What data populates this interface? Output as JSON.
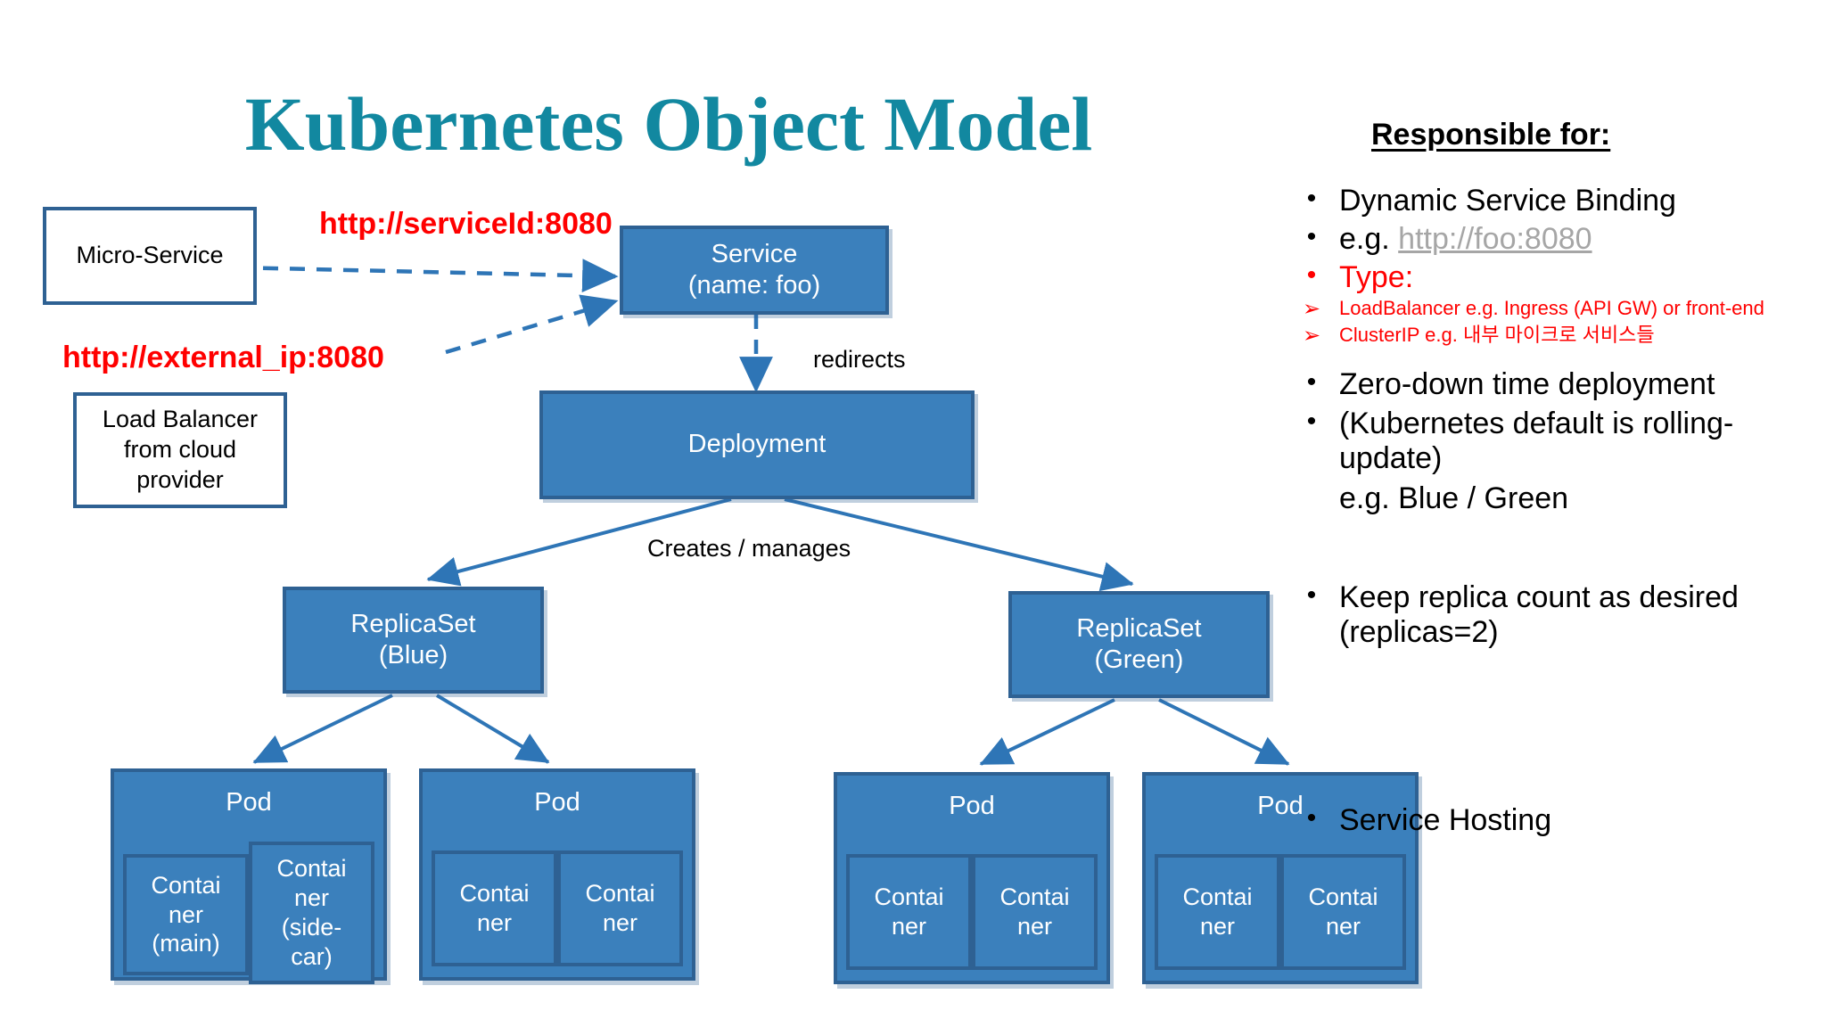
{
  "slide": {
    "title": "Kubernetes Object Model",
    "title_color": "#1288A0",
    "background": "#FFFFFF",
    "box_fill": "#3B80BC",
    "box_border": "#2E6193",
    "accent_red": "#FF0000",
    "link_gray": "#A6A6A6"
  },
  "diagram": {
    "micro_service": "Micro-Service",
    "load_balancer": "Load Balancer\nfrom cloud\nprovider",
    "service_line1": "Service",
    "service_line2": "(name: foo)",
    "deployment": "Deployment",
    "replicaset_blue_line1": "ReplicaSet",
    "replicaset_blue_line2": "(Blue)",
    "replicaset_green_line1": "ReplicaSet",
    "replicaset_green_line2": "(Green)",
    "pod_label": "Pod",
    "container_plain": "Contai\nner",
    "container_main": "Contai\nner\n(main)",
    "container_sidecar": "Contai\nner\n(side-\ncar)",
    "edge_label_redirects": "redirects",
    "edge_label_creates": "Creates / manages",
    "url_service_id": "http://serviceId:8080",
    "url_external_ip": "http://external_ip:8080"
  },
  "panel": {
    "heading": "Responsible for:",
    "items": [
      {
        "level": 1,
        "bullet": "•",
        "color": "black",
        "text": "Dynamic Service Binding"
      },
      {
        "level": 1,
        "bullet": "•",
        "color": "black",
        "text": "e.g. ",
        "link": "http://foo:8080"
      },
      {
        "level": 1,
        "bullet": "•",
        "color": "red",
        "text": "Type:"
      },
      {
        "level": 2,
        "bullet": "➢",
        "color": "red",
        "text": "LoadBalancer  e.g. Ingress (API GW) or front-end"
      },
      {
        "level": 2,
        "bullet": "➢",
        "color": "red",
        "text": "ClusterIP   e.g. 내부 마이크로 서비스들"
      },
      {
        "level": 1,
        "bullet": "•",
        "color": "black",
        "text": "Zero-down time deployment"
      },
      {
        "level": 1,
        "bullet": "•",
        "color": "black",
        "text": "(Kubernetes default is rolling-update)"
      },
      {
        "level": 0,
        "bullet": "",
        "color": "black",
        "text": "e.g. Blue / Green"
      },
      {
        "level": 1,
        "bullet": "•",
        "color": "black",
        "text": "Keep replica count as desired (replicas=2)"
      },
      {
        "level": 1,
        "bullet": "•",
        "color": "black",
        "text": "Service Hosting"
      }
    ]
  }
}
